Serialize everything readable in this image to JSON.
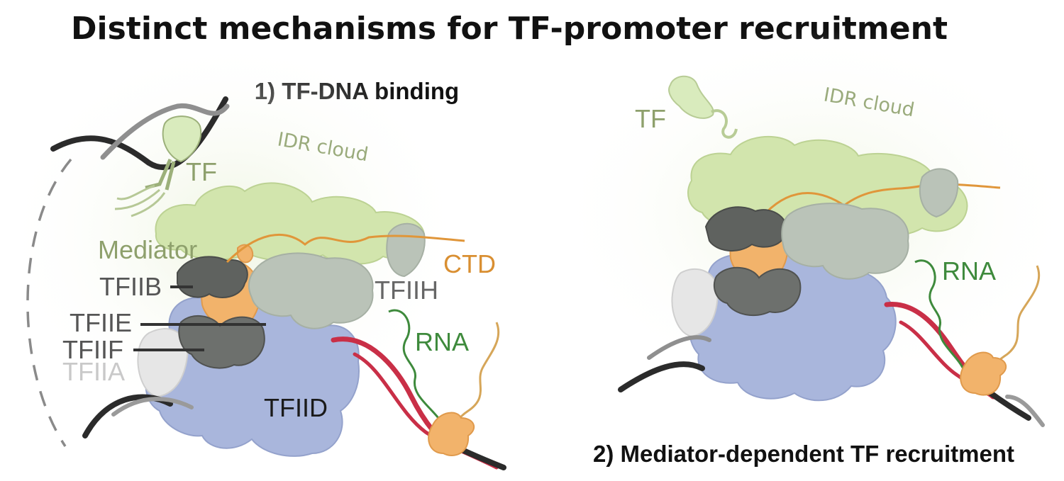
{
  "title": "Distinct mechanisms for TF-promoter recruitment",
  "panels": [
    {
      "title": "1) TF-DNA binding",
      "labels": {
        "tf": "TF",
        "idr_cloud": "IDR cloud",
        "mediator": "Mediator",
        "ctd": "CTD",
        "tfiib": "TFIIB",
        "tfiih": "TFIIH",
        "tfiie": "TFIIE",
        "tfiif": "TFIIF",
        "tfiia": "TFIIA",
        "tfiid": "TFIID",
        "rna": "RNA"
      }
    },
    {
      "title": "2) Mediator-dependent TF recruitment",
      "labels": {
        "tf": "TF",
        "idr_cloud": "IDR cloud",
        "rna": "RNA"
      }
    }
  ],
  "colors": {
    "mediator": "#cfe3a8",
    "tf": "#d9ebbd",
    "tfiid": "#a9b6dc",
    "tfiih": "#b9c3b8",
    "tfiib": "#5e615e",
    "polII": "#f2b36b",
    "ctd": "#e0963a",
    "rna": "#3e8a3c",
    "dna_red": "#c92f47",
    "dna_dark": "#2b2b2b",
    "tfiia": "#e8e8e8",
    "label_green": "#8ea06c",
    "label_gray": "#555555",
    "label_orange": "#d98f32"
  }
}
